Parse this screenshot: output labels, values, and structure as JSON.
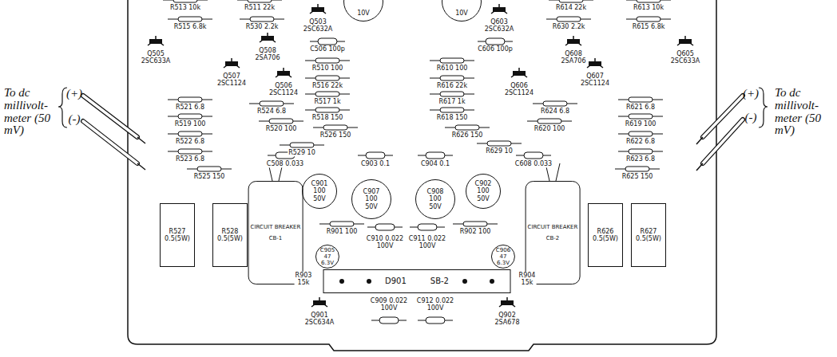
{
  "diagram": {
    "nodes": [
      {
        "text": [
          "10V"
        ]
      },
      {
        "text": [
          "10V"
        ]
      },
      {
        "text": [
          "C901 100 50V"
        ]
      },
      {
        "text": [
          "C907 100 50V"
        ]
      },
      {
        "text": [
          "C908 100 50V"
        ]
      },
      {
        "text": [
          "C902 100 50V"
        ]
      },
      {
        "text": [
          "R527 0.5(5W)"
        ]
      },
      {
        "text": [
          "R528 0.5(5W)"
        ]
      },
      {
        "text": [
          "CIRCUIT BREAKER",
          "CB-1"
        ]
      },
      {
        "text": [
          "C905 47 6.3V"
        ]
      },
      {
        "text": [
          "C906 47 6.3V"
        ]
      },
      {
        "text": [
          "D901",
          "SB-2"
        ]
      },
      {
        "text": [
          "CIRCUIT BREAKER",
          "CB-2"
        ]
      },
      {
        "text": [
          "R626 0.5(5W)"
        ]
      },
      {
        "text": [
          "R627 0.5(5W)"
        ]
      }
    ],
    "labels": [
      "R513 10k",
      "R511 22k",
      "Q503 2SC632A",
      "Q603 2SC632A",
      "R614 22k",
      "R613 10k",
      "R515 6.8k",
      "R530 2.2k",
      "R630 2.2k",
      "R615 6.8k",
      "Q505 2SC633A",
      "Q508 2SA706",
      "C506 100p",
      "R510 100",
      "R610 100",
      "C606 100p",
      "Q608 2SA706",
      "Q605 2SC633A",
      "Q507 2SC1124",
      "Q506 2SC1124",
      "R516 22k",
      "R616 22k",
      "Q607 2SC1124",
      "Q606 2SC1124",
      "R517 1k",
      "R617 1k",
      "R521 6.8",
      "R524 6.8",
      "R518 150",
      "R618 150",
      "R624 6.8",
      "R621 6.8",
      "R519 100",
      "R520 100",
      "R526 150",
      "R626 150",
      "R620 100",
      "R619 100",
      "R522 6.8",
      "R529 10",
      "R629 10",
      "R622 6.8",
      "R523 6.8",
      "C508 0.033",
      "C903 0.1",
      "C904 0.1",
      "C608 0.033",
      "R623 6.8",
      "R525 150",
      "R625 150",
      "R901 100",
      "C910 0.022 100V",
      "C911 0.022 100V",
      "R902 100",
      "R903 15k",
      "R904 15k",
      "Q901 2SC634A",
      "C909 0.022 100V",
      "C912 0.022 100V",
      "Q902 2SA678",
      "(+)",
      "(-)",
      "To dc millivolt-meter (50 mV)",
      "(+)",
      "(-)",
      "To dc millivolt-meter (50 mV)"
    ]
  }
}
